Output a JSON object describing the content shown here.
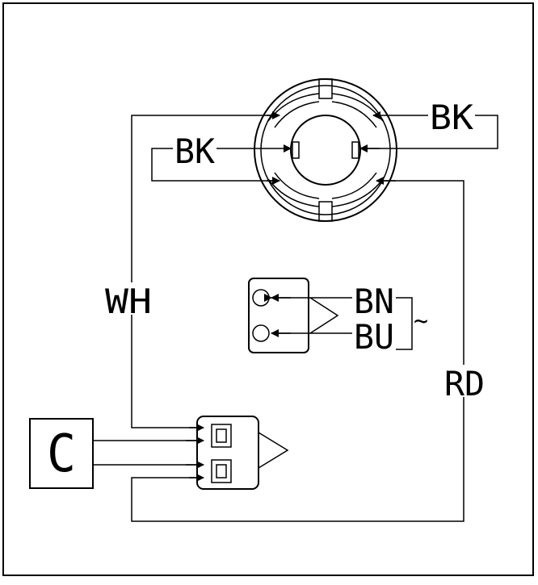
{
  "wire_labels": {
    "bk_right": "BK",
    "bk_left": "BK",
    "wh": "WH",
    "rd": "RD",
    "bn": "BN",
    "bu": "BU",
    "ac_symbol": "~"
  },
  "capacitor": {
    "label": "C"
  }
}
